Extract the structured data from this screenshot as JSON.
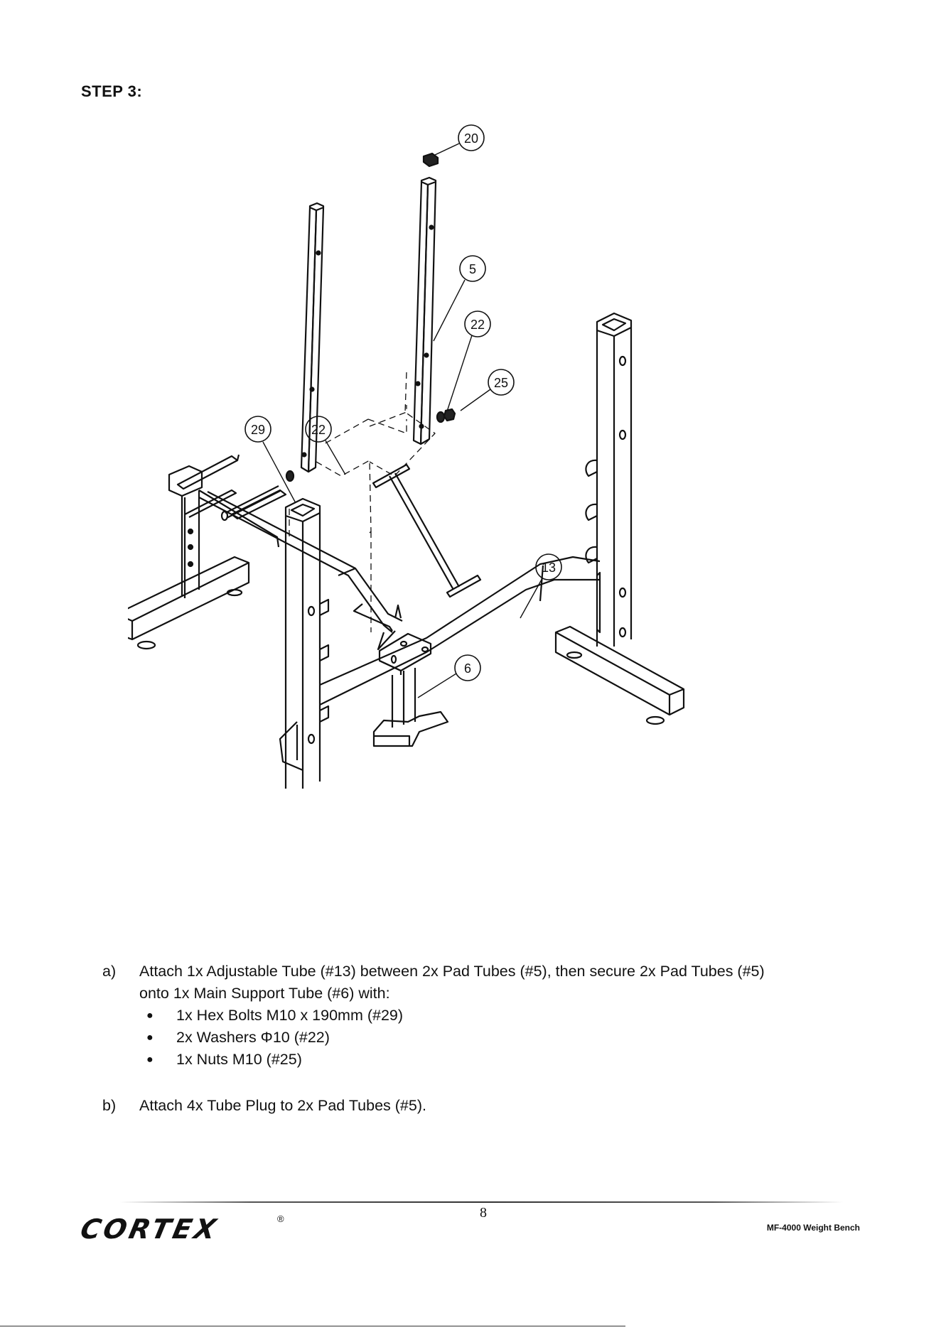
{
  "step_title": "STEP 3:",
  "diagram": {
    "callouts": [
      "20",
      "5",
      "22",
      "25",
      "29",
      "22",
      "13",
      "6"
    ]
  },
  "instructions": {
    "a_letter": "a)",
    "a_text_line1": "Attach 1x Adjustable Tube (#13) between 2x Pad Tubes (#5), then secure 2x Pad Tubes (#5)",
    "a_text_line2": "onto 1x Main Support Tube (#6) with:",
    "bullets": [
      "1x Hex Bolts M10 x 190mm (#29)",
      "2x Washers Φ10 (#22)",
      "1x Nuts M10 (#25)"
    ],
    "b_letter": "b)",
    "b_text": "Attach 4x Tube Plug to 2x Pad Tubes (#5)."
  },
  "footer": {
    "page_number": "8",
    "brand": "CORTEX",
    "registered_mark": "®",
    "model": "MF-4000 Weight Bench"
  }
}
